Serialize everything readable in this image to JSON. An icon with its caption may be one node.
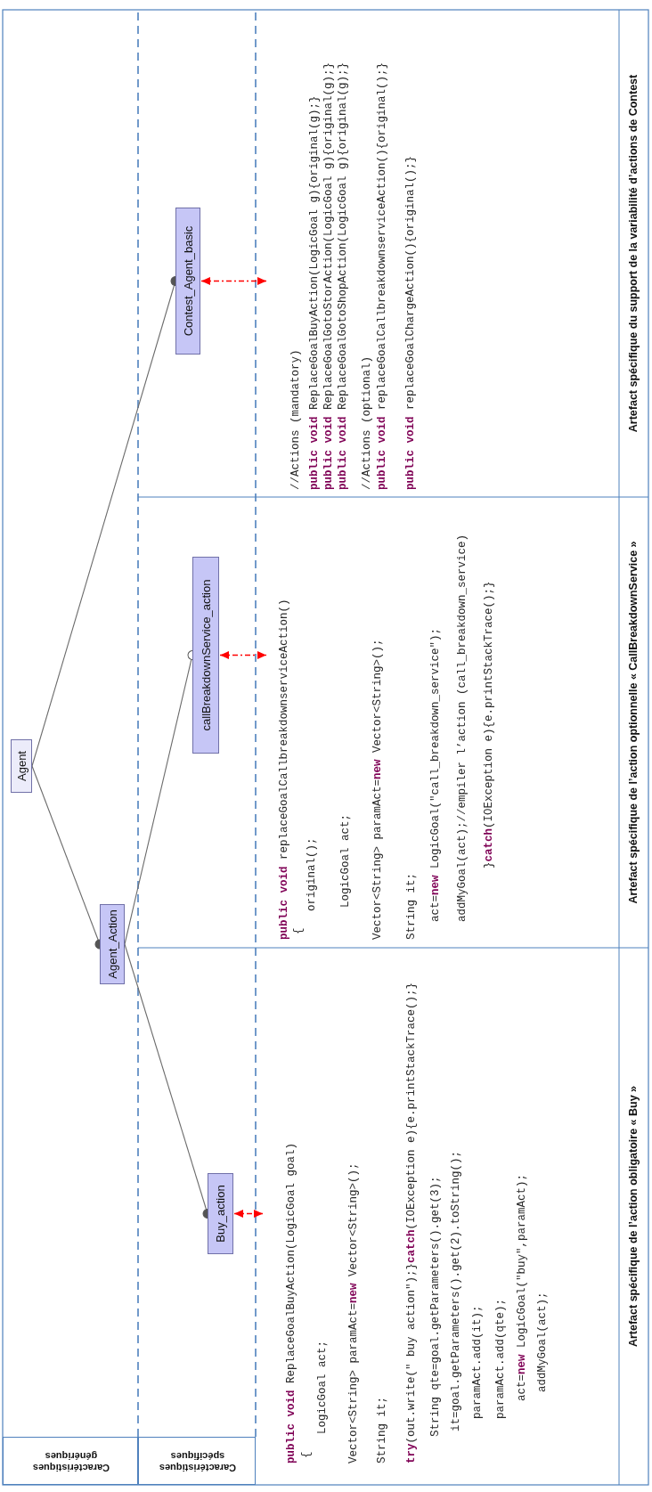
{
  "diagram": {
    "nodes": [
      {
        "text": [
          "Agent"
        ]
      },
      {
        "text": [
          "Agent_Action"
        ]
      },
      {
        "text": [
          "Buy_action"
        ]
      },
      {
        "text": [
          "callBreakdownService_action"
        ]
      },
      {
        "text": [
          "Contest_Agent_basic"
        ]
      },
      {
        "text": [
          "**public** **void** ReplaceGoalBuyAction(LogicGoal goal)",
          "{",
          "LogicGoal act;",
          "Vector<String> paramAct=**new** Vector<String>();",
          "String it;",
          "**try**(out.write(\" buy action\");}**catch**(IOException e){e.printStackTrace();}",
          "String qte=goal.getParameters().get(3);",
          "it=goal.getParameters().get(2).toString();",
          "paramAct.add(it);",
          "paramAct.add(qte);",
          "act=**new** LogicGoal(\"buy\",paramAct);",
          "addMyGoal(act);"
        ]
      },
      {
        "text": [
          "**public** **void** replaceGoalCallbreakdownserviceAction()",
          "{",
          "original();",
          "LogicGoal act;",
          "Vector<String> paramAct=**new** Vector<String>();",
          "String it;",
          "act=**new** LogicGoal(\"call_breakdown_service\");",
          "addMyGoal(act);//empiler l’action (call_breakdown_service)",
          "}**catch**(IOException e){e.printStackTrace();}"
        ]
      },
      {
        "text": [
          "//Actions (mandatory)",
          "**public** **void** ReplaceGoalBuyAction(LogicGoal g){original(g);}",
          "**public** **void** ReplaceGoalGotoStorAction(LogicGoal g){original(g);}",
          "**public** **void** ReplaceGoalGotoShopAction(LogicGoal g){original(g);}",
          "//Actions (optional)",
          "**public** **void** replaceGoalCallbreakdownserviceAction(){original();}",
          "**public** **void** replaceGoalChargeAction(){original();}"
        ]
      }
    ],
    "edges": [
      {
        "from": 0,
        "to": 1,
        "arrow": "other"
      },
      {
        "from": 0,
        "to": 4,
        "arrow": "other"
      },
      {
        "from": 1,
        "to": 2,
        "arrow": "other"
      },
      {
        "from": 1,
        "to": 3,
        "arrow": "other"
      },
      {
        "from": 2,
        "to": 5,
        "arrow": "both",
        "style": "dashed",
        "color": "#ff0000"
      },
      {
        "from": 3,
        "to": 6,
        "arrow": "both",
        "style": "dashed",
        "color": "#ff0000"
      },
      {
        "from": 4,
        "to": 7,
        "arrow": "both",
        "style": "dashed",
        "color": "#ff0000"
      }
    ],
    "labels": [
      "Caractéristiques génériques",
      "Caractéristiques spécifiques",
      "Artefact spécifique de l’action obligatoire « Buy »",
      "Artefact spécifique de l’action optionnelle « CallBreakdownService »",
      "Artefact spécifique du support de la variabilité d’actions de Contest"
    ]
  }
}
